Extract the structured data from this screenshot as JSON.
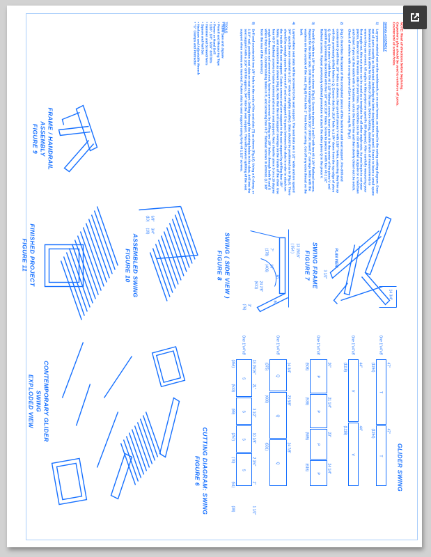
{
  "toolbar": {
    "open_external_icon": "open-in-new-icon"
  },
  "instructions": {
    "note_label": "NOTE:",
    "note_lines": [
      "Read all directions before beginning.",
      "Carpenter's glue should be used to reinforce all joints.",
      "Countersink all screw holes."
    ],
    "heading": "SWING ASSEMBLY",
    "steps": [
      {
        "num": "1)",
        "text": "Lay your material out on the workbench, or on saw horses, as outlined in the swing cutting diagram. Draw out all parts exactly as illustrated, including the letter designations, in pencil. Ensure to leave a small space between cut lines to allow for the width of the saw. Before cutting, double check all measurements to ensure they are correct. All angles in this project are specific (80 degrees). After carefully measuring your first angle cut, this cut piece can be used as a template for all other angle cuts. As you begin to cut your pieces, draw out on the waste side of your lines. The notches can be cut with either a jigsaw or a handsaw and chisel. If you cut the notch with a handsaw, cut to the base line and then slowly chisel out the notch. Check all notches with a scrap piece of 2x4 to ensure a snug fit. (Fig.6)"
      },
      {
        "num": "2)",
        "text": "(Fig.7) describes the layout of the completed pieces of the backrest and seat support. Pre-drill and countersink Q with four 1/8\" holes as shown, then predrill pieces V with 1/16\" holes, ensuring they line up with the previously drilled holes in Q. Ensure that the 1/16\" hole is 1 3/4\" down from the top edge of piece Q. Screw Q to piece V with four #8 2 1/2\" flathead screws. Insert piece U in the center of the piece V and predrill as previously described with four 1/8\" and 1/16\" holes. Screw to pieces V with four #8 2 1/2\" flathead screws. Repeat previously outlined procedure to attach the other piece Q to the piece V."
      },
      {
        "num": "3)",
        "text": "Predrill Q with ten 1/8\" holes as shown (Fig.8). Screw to pieces J and P with ten #8 1 1/4\" flathead screws. Repeat for the other side. Drill holes for carriage bolts with 3/16\" drill bit. Insert 2\" carriage bolts with the washers on the outside of the seat. (Fig.8) First hole 2\" from front of swing. Cut off any extra thread on the bolt."
      },
      {
        "num": "4)",
        "text": "Layout where seat slats will be screwed to the seat support. The seat slats are 3 1/2\" wide and are spaced 3/4\" apart (be sure material is 3 1/2\" wide or slightly smaller). Slats should be positioned as in (Fig.8). There should be enough space for armrest R and arm support S to pass between the slats in order to attach on the inside of the seat support. Fasten armrest and arm support to the seat support by drilling four 1/8\" holes, and countersink as shown (Fig.9). Note that the arm support overlaps on the inside of the chair. Use four #8 3\" flathead screws to fasten armrest and arm to seat support. Next chamfer piece S on a 10 degree angle where arm and armrest rest, fasten arm to armrest by drilling two 1/8\" holes through both R and S where they meet. Countersinking holes in R, and screwing two #8 2\" flathead screws in armrest. (17 3/8\" from the rear of the armrest.)"
      },
      {
        "num": "5)",
        "text": "Drill and countersink two 1/8\" holes in the ends of the seat slats (T) as shown (Fig.10). Using a C-clamp, or 1 1/4\" nail, position seat slats on seat support. Drilling through the existing holes in the slats, drill into the seat support with a 1/16\" drill bit approx. 3/4\" into the seat support. This will prevent splitting of the seat support when screws are inserted. Fasten slats to seat support using forty #8 1 1/2\" screws."
      }
    ],
    "tools_heading": "TOOLS",
    "tools": [
      "Table Saw and Jigsaw",
      "Pencil and Measuring Tape",
      "Power or Hand Drill",
      "1/16\", 1/8\", 3/16\" drill bits",
      "Hammer and Screwdrivers",
      "Square and Nail Set",
      "Hacksaw and Adjustable Wrench",
      "\"C\" Clamps and Protractor"
    ]
  },
  "figures": {
    "fig9": {
      "title": "FRAME / HANDRAIL ASSEMBLY",
      "number": "FIGURE 9"
    },
    "fig11": {
      "title": "FINISHED PROJECT",
      "number": "FIGURE 11"
    },
    "fig10": {
      "title": "ASSEMBLED SWING",
      "number": "FIGURE 10",
      "dims": [
        "3/8\"",
        "(10)",
        "3/4\"",
        "(19)"
      ]
    },
    "fig8": {
      "title": "SWING ( SIDE VIEW )",
      "number": "FIGURE 8",
      "dims": [
        "( 354 )",
        "13 15/16\"",
        "7\"",
        "(178)",
        "16\"",
        "(406)",
        "24 7/8\"",
        "(631)",
        "3\"",
        "(76)",
        "80",
        "80"
      ]
    },
    "fig7": {
      "title": "SWING FRAME",
      "number": "FIGURE 7",
      "plan_view": "PLAN VIEW",
      "dims": [
        "14 3/4\"",
        "3 1/2\""
      ]
    },
    "fig6": {
      "title": "CUTTING DIAGRAM: SWING",
      "number": "FIGURE 6"
    },
    "glider": {
      "title": "GLIDER SWING"
    },
    "exploded": {
      "title": "CONTEMPORARY GLIDER SWING",
      "subtitle": "EXPLODED VIEW"
    }
  },
  "cutting": {
    "stock": "One 1\"x4\"x8'",
    "boards": [
      {
        "letter": "T",
        "segments": [
          {
            "in": "47\"",
            "mm": "(1194)"
          },
          {
            "in": "47\"",
            "mm": "(1194)"
          }
        ]
      },
      {
        "letter": "V",
        "segments": [
          {
            "in": "44\"",
            "mm": "(1118)"
          },
          {
            "in": "44\"",
            "mm": "(1118)"
          }
        ]
      },
      {
        "letter": "P",
        "segments": [
          {
            "in": "20\"",
            "mm": "(508)"
          },
          {
            "in": "21 1/4\"",
            "mm": "(539)"
          },
          {
            "in": "23\"",
            "mm": "(585)"
          },
          {
            "in": "24 1/4\"",
            "mm": "(616)"
          }
        ]
      },
      {
        "letter": "Q",
        "segments": [
          {
            "in": "14 3/4\"",
            "mm": "(375)"
          },
          {
            "in": "23 5/8\"",
            "mm": "(600)"
          },
          {
            "in": "24 7/8\"",
            "mm": "(631)"
          }
        ]
      },
      {
        "letter": "S",
        "segments": [
          {
            "in": "13 15/16\"",
            "mm": "(354)"
          },
          {
            "in": "21\"",
            "mm": "(533)"
          },
          {
            "in": "3 1/2\"",
            "mm": "(89)"
          },
          {
            "in": "10 1/8\"",
            "mm": "(257)"
          },
          {
            "in": "2 3/4\"",
            "mm": "(70)"
          },
          {
            "in": "2\"",
            "mm": "(51)"
          },
          {
            "in": "1 1/2\"",
            "mm": "(38)"
          }
        ]
      }
    ]
  }
}
